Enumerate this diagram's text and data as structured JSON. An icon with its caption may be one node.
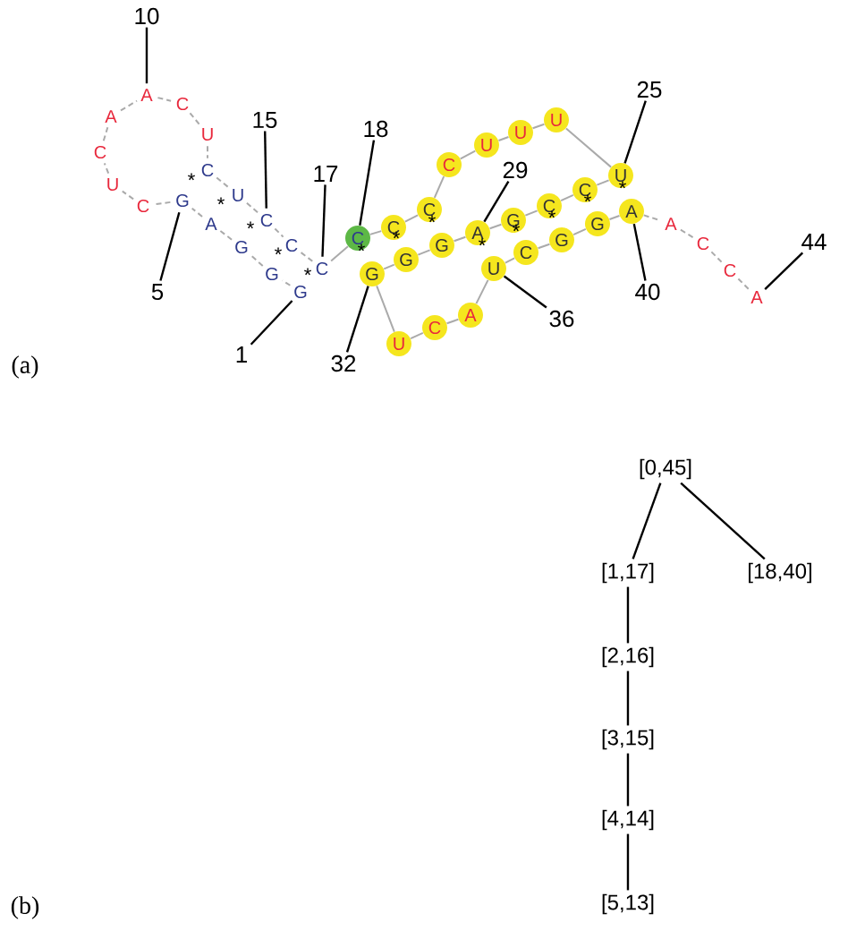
{
  "diagram": {
    "nodes": [
      {
        "text": [
          "G"
        ]
      },
      {
        "text": [
          "G"
        ]
      },
      {
        "text": [
          "G"
        ]
      },
      {
        "text": [
          "A"
        ]
      },
      {
        "text": [
          "G"
        ]
      },
      {
        "text": [
          "C"
        ]
      },
      {
        "text": [
          "U"
        ]
      },
      {
        "text": [
          "C"
        ]
      },
      {
        "text": [
          "A"
        ]
      },
      {
        "text": [
          "A"
        ]
      },
      {
        "text": [
          "C"
        ]
      },
      {
        "text": [
          "U"
        ]
      },
      {
        "text": [
          "C"
        ]
      },
      {
        "text": [
          "U"
        ]
      },
      {
        "text": [
          "C"
        ]
      },
      {
        "text": [
          "C"
        ]
      },
      {
        "text": [
          "C"
        ]
      },
      {
        "text": [
          "C"
        ]
      },
      {
        "text": [
          "C"
        ]
      },
      {
        "text": [
          "C"
        ]
      },
      {
        "text": [
          "C"
        ]
      },
      {
        "text": [
          "U"
        ]
      },
      {
        "text": [
          "U"
        ]
      },
      {
        "text": [
          "U"
        ]
      },
      {
        "text": [
          "U"
        ]
      },
      {
        "text": [
          "C"
        ]
      },
      {
        "text": [
          "C"
        ]
      },
      {
        "text": [
          "G"
        ]
      },
      {
        "text": [
          "A"
        ]
      },
      {
        "text": [
          "G"
        ]
      },
      {
        "text": [
          "G"
        ]
      },
      {
        "text": [
          "G"
        ]
      },
      {
        "text": [
          "U"
        ]
      },
      {
        "text": [
          "C"
        ]
      },
      {
        "text": [
          "A"
        ]
      },
      {
        "text": [
          "U"
        ]
      },
      {
        "text": [
          "C"
        ]
      },
      {
        "text": [
          "G"
        ]
      },
      {
        "text": [
          "G"
        ]
      },
      {
        "text": [
          "A"
        ]
      },
      {
        "text": [
          "A"
        ]
      },
      {
        "text": [
          "C"
        ]
      },
      {
        "text": [
          "C"
        ]
      },
      {
        "text": [
          "A"
        ]
      },
      {
        "text": [
          "10"
        ]
      },
      {
        "text": [
          "15"
        ]
      },
      {
        "text": [
          "18"
        ]
      },
      {
        "text": [
          "17"
        ]
      },
      {
        "text": [
          "25"
        ]
      },
      {
        "text": [
          "29"
        ]
      },
      {
        "text": [
          "5"
        ]
      },
      {
        "text": [
          "40"
        ]
      },
      {
        "text": [
          "44"
        ]
      },
      {
        "text": [
          "36"
        ]
      },
      {
        "text": [
          "1"
        ]
      },
      {
        "text": [
          "32"
        ]
      },
      {
        "text": [
          "[0,45]"
        ]
      },
      {
        "text": [
          "[1,17]"
        ]
      },
      {
        "text": [
          "[18,40]"
        ]
      },
      {
        "text": [
          "[2,16]"
        ]
      },
      {
        "text": [
          "[3,15]"
        ]
      },
      {
        "text": [
          "[4,14]"
        ]
      },
      {
        "text": [
          "[5,13]"
        ]
      }
    ],
    "edges": [
      {
        "from": 0,
        "to": 1,
        "arrow": "none",
        "style": "dashed",
        "color": "#aaaaaa"
      },
      {
        "from": 1,
        "to": 2,
        "arrow": "none",
        "style": "dashed",
        "color": "#aaaaaa"
      },
      {
        "from": 2,
        "to": 3,
        "arrow": "none",
        "style": "dashed",
        "color": "#aaaaaa"
      },
      {
        "from": 3,
        "to": 4,
        "arrow": "none",
        "style": "dashed",
        "color": "#aaaaaa"
      },
      {
        "from": 4,
        "to": 5,
        "arrow": "none",
        "style": "dashed",
        "color": "#aaaaaa"
      },
      {
        "from": 5,
        "to": 6,
        "arrow": "none",
        "style": "dashed",
        "color": "#aaaaaa"
      },
      {
        "from": 6,
        "to": 7,
        "arrow": "none",
        "style": "dashed",
        "color": "#aaaaaa"
      },
      {
        "from": 7,
        "to": 8,
        "arrow": "none",
        "style": "dashed",
        "color": "#aaaaaa"
      },
      {
        "from": 8,
        "to": 9,
        "arrow": "none",
        "style": "dashed",
        "color": "#aaaaaa"
      },
      {
        "from": 9,
        "to": 10,
        "arrow": "none",
        "style": "dashed",
        "color": "#aaaaaa"
      },
      {
        "from": 10,
        "to": 11,
        "arrow": "none",
        "style": "dashed",
        "color": "#aaaaaa"
      },
      {
        "from": 11,
        "to": 12,
        "arrow": "none",
        "style": "dashed",
        "color": "#aaaaaa"
      },
      {
        "from": 12,
        "to": 13,
        "arrow": "none",
        "style": "dashed",
        "color": "#aaaaaa"
      },
      {
        "from": 13,
        "to": 14,
        "arrow": "none",
        "style": "dashed",
        "color": "#aaaaaa"
      },
      {
        "from": 14,
        "to": 15,
        "arrow": "none",
        "style": "dashed",
        "color": "#aaaaaa"
      },
      {
        "from": 15,
        "to": 16,
        "arrow": "none",
        "style": "dashed",
        "color": "#aaaaaa"
      },
      {
        "from": 16,
        "to": 17,
        "arrow": "none",
        "color": "#aaaaaa"
      },
      {
        "from": 17,
        "to": 18,
        "arrow": "none",
        "color": "#aaaaaa"
      },
      {
        "from": 18,
        "to": 19,
        "arrow": "none",
        "color": "#aaaaaa"
      },
      {
        "from": 19,
        "to": 20,
        "arrow": "none",
        "color": "#aaaaaa"
      },
      {
        "from": 20,
        "to": 21,
        "arrow": "none",
        "color": "#aaaaaa"
      },
      {
        "from": 21,
        "to": 22,
        "arrow": "none",
        "color": "#aaaaaa"
      },
      {
        "from": 22,
        "to": 23,
        "arrow": "none",
        "color": "#aaaaaa"
      },
      {
        "from": 23,
        "to": 24,
        "arrow": "none",
        "color": "#aaaaaa"
      },
      {
        "from": 24,
        "to": 25,
        "arrow": "none",
        "color": "#aaaaaa"
      },
      {
        "from": 25,
        "to": 26,
        "arrow": "none",
        "color": "#aaaaaa"
      },
      {
        "from": 26,
        "to": 27,
        "arrow": "none",
        "color": "#aaaaaa"
      },
      {
        "from": 27,
        "to": 28,
        "arrow": "none",
        "color": "#aaaaaa"
      },
      {
        "from": 28,
        "to": 29,
        "arrow": "none",
        "color": "#aaaaaa"
      },
      {
        "from": 29,
        "to": 30,
        "arrow": "none",
        "color": "#aaaaaa"
      },
      {
        "from": 30,
        "to": 31,
        "arrow": "none",
        "color": "#aaaaaa"
      },
      {
        "from": 31,
        "to": 32,
        "arrow": "none",
        "color": "#aaaaaa"
      },
      {
        "from": 32,
        "to": 33,
        "arrow": "none",
        "color": "#aaaaaa"
      },
      {
        "from": 33,
        "to": 34,
        "arrow": "none",
        "color": "#aaaaaa"
      },
      {
        "from": 34,
        "to": 35,
        "arrow": "none",
        "color": "#aaaaaa"
      },
      {
        "from": 35,
        "to": 36,
        "arrow": "none",
        "color": "#aaaaaa"
      },
      {
        "from": 36,
        "to": 37,
        "arrow": "none",
        "color": "#aaaaaa"
      },
      {
        "from": 37,
        "to": 38,
        "arrow": "none",
        "color": "#aaaaaa"
      },
      {
        "from": 38,
        "to": 39,
        "arrow": "none",
        "color": "#aaaaaa"
      },
      {
        "from": 39,
        "to": 40,
        "arrow": "none",
        "style": "dashed",
        "color": "#aaaaaa"
      },
      {
        "from": 40,
        "to": 41,
        "arrow": "none",
        "style": "dashed",
        "color": "#aaaaaa"
      },
      {
        "from": 41,
        "to": 42,
        "arrow": "none",
        "style": "dashed",
        "color": "#aaaaaa"
      },
      {
        "from": 42,
        "to": 43,
        "arrow": "none",
        "style": "dashed",
        "color": "#aaaaaa"
      },
      {
        "from": 44,
        "to": 9,
        "arrow": "none",
        "color": "#000000"
      },
      {
        "from": 45,
        "to": 14,
        "arrow": "none",
        "color": "#000000"
      },
      {
        "from": 46,
        "to": 17,
        "arrow": "none",
        "color": "#000000"
      },
      {
        "from": 47,
        "to": 16,
        "arrow": "none",
        "color": "#000000"
      },
      {
        "from": 48,
        "to": 24,
        "arrow": "none",
        "color": "#000000"
      },
      {
        "from": 49,
        "to": 28,
        "arrow": "none",
        "color": "#000000"
      },
      {
        "from": 50,
        "to": 4,
        "arrow": "none",
        "color": "#000000"
      },
      {
        "from": 51,
        "to": 39,
        "arrow": "none",
        "color": "#000000"
      },
      {
        "from": 52,
        "to": 43,
        "arrow": "none",
        "color": "#000000"
      },
      {
        "from": 53,
        "to": 35,
        "arrow": "none",
        "color": "#000000"
      },
      {
        "from": 54,
        "to": 0,
        "arrow": "none",
        "color": "#000000"
      },
      {
        "from": 55,
        "to": 31,
        "arrow": "none",
        "color": "#000000"
      },
      {
        "from": 56,
        "to": 57,
        "arrow": "none",
        "color": "#000000"
      },
      {
        "from": 56,
        "to": 58,
        "arrow": "none",
        "color": "#000000"
      },
      {
        "from": 57,
        "to": 59,
        "arrow": "none",
        "color": "#000000"
      },
      {
        "from": 59,
        "to": 60,
        "arrow": "none",
        "color": "#000000"
      },
      {
        "from": 60,
        "to": 61,
        "arrow": "none",
        "color": "#000000"
      },
      {
        "from": 61,
        "to": 62,
        "arrow": "none",
        "color": "#000000"
      }
    ],
    "labels": [
      "*",
      "*",
      "*",
      "*",
      "*",
      "*",
      "*",
      "*",
      "*",
      "*",
      "*",
      "*",
      "*",
      "(a)",
      "(b)"
    ]
  }
}
